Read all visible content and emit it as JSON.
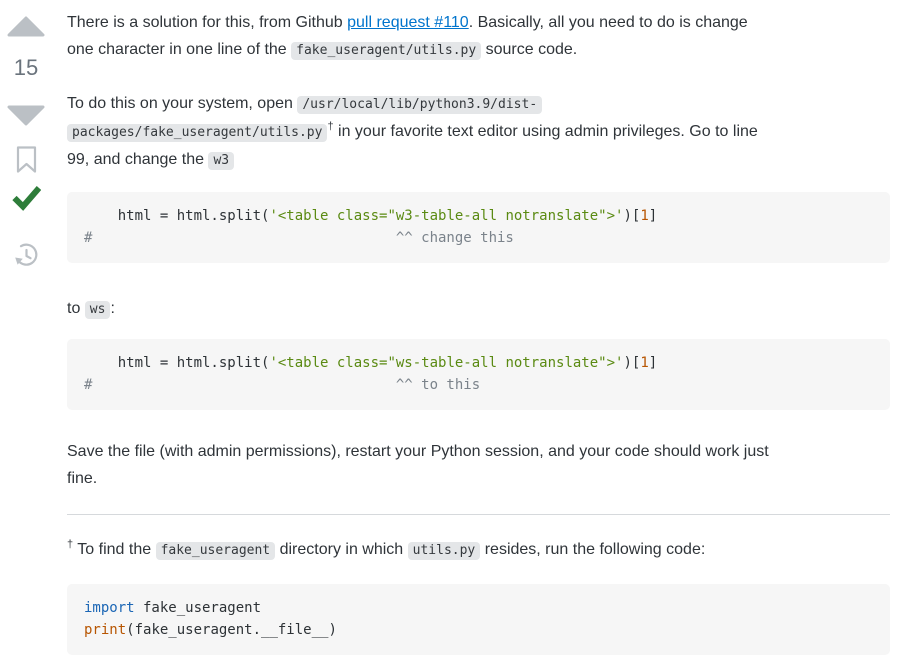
{
  "colors": {
    "icon_gray": "#bbc0c5",
    "vote_count_gray": "#6a737c",
    "accepted_green": "#2e7d3a",
    "link_blue": "#0074cc",
    "inline_code_bg": "#e4e6e8",
    "code_block_bg": "#f6f6f6",
    "string_green": "#5a8a12",
    "keyword_blue": "#1b66b5",
    "literal_orange": "#b75501",
    "comment_gray": "#7b838b"
  },
  "sidebar": {
    "vote_count": "15",
    "upvote_icon": "triangle-up",
    "downvote_icon": "triangle-down",
    "bookmark_icon": "bookmark-outline",
    "accepted_icon": "green-checkmark",
    "history_icon": "timeline-clock"
  },
  "answer": {
    "paragraphs": [
      {
        "segments": [
          {
            "t": "text",
            "v": "There is a solution for this, from Github "
          },
          {
            "t": "link",
            "v": "pull request #110"
          },
          {
            "t": "text",
            "v": ". Basically, all you need to do is change"
          },
          {
            "t": "br"
          },
          {
            "t": "text",
            "v": "one character in one line of the "
          },
          {
            "t": "code",
            "v": "fake_useragent/utils.py"
          },
          {
            "t": "text",
            "v": " source code."
          }
        ]
      },
      {
        "segments": [
          {
            "t": "text",
            "v": "To do this on your system, open "
          },
          {
            "t": "code",
            "v": "/usr/local/lib/python3.9/dist-"
          },
          {
            "t": "br"
          },
          {
            "t": "code",
            "v": "packages/fake_useragent/utils.py"
          },
          {
            "t": "sup",
            "v": "†"
          },
          {
            "t": "text",
            "v": " in your favorite text editor using admin privileges. Go to line"
          },
          {
            "t": "br"
          },
          {
            "t": "text",
            "v": "99, and change the "
          },
          {
            "t": "code",
            "v": "w3"
          }
        ]
      },
      {
        "segments": [
          {
            "t": "text",
            "v": "to "
          },
          {
            "t": "code",
            "v": "ws"
          },
          {
            "t": "text",
            "v": ":"
          }
        ]
      },
      {
        "segments": [
          {
            "t": "text",
            "v": "Save the file (with admin permissions), restart your Python session, and your code should work just"
          },
          {
            "t": "br"
          },
          {
            "t": "text",
            "v": "fine."
          }
        ]
      },
      {
        "segments": [
          {
            "t": "sup",
            "v": "†"
          },
          {
            "t": "text",
            "v": " To find the "
          },
          {
            "t": "code",
            "v": "fake_useragent"
          },
          {
            "t": "text",
            "v": " directory in which "
          },
          {
            "t": "code",
            "v": "utils.py"
          },
          {
            "t": "text",
            "v": " resides, run the following code:"
          }
        ]
      }
    ],
    "code_blocks": [
      {
        "lines": [
          [
            {
              "c": "plain",
              "v": "    html = html.split("
            },
            {
              "c": "str",
              "v": "'<table class=\"w3-table-all notranslate\">'"
            },
            {
              "c": "plain",
              "v": ")["
            },
            {
              "c": "num",
              "v": "1"
            },
            {
              "c": "plain",
              "v": "]"
            }
          ],
          [
            {
              "c": "comment",
              "v": "#                                    ^^ change this"
            }
          ]
        ]
      },
      {
        "lines": [
          [
            {
              "c": "plain",
              "v": "    html = html.split("
            },
            {
              "c": "str",
              "v": "'<table class=\"ws-table-all notranslate\">'"
            },
            {
              "c": "plain",
              "v": ")["
            },
            {
              "c": "num",
              "v": "1"
            },
            {
              "c": "plain",
              "v": "]"
            }
          ],
          [
            {
              "c": "comment",
              "v": "#                                    ^^ to this"
            }
          ]
        ]
      },
      {
        "lines": [
          [
            {
              "c": "kw",
              "v": "import"
            },
            {
              "c": "plain",
              "v": " fake_useragent"
            }
          ],
          [
            {
              "c": "builtin",
              "v": "print"
            },
            {
              "c": "plain",
              "v": "(fake_useragent.__file__)"
            }
          ]
        ]
      }
    ]
  }
}
